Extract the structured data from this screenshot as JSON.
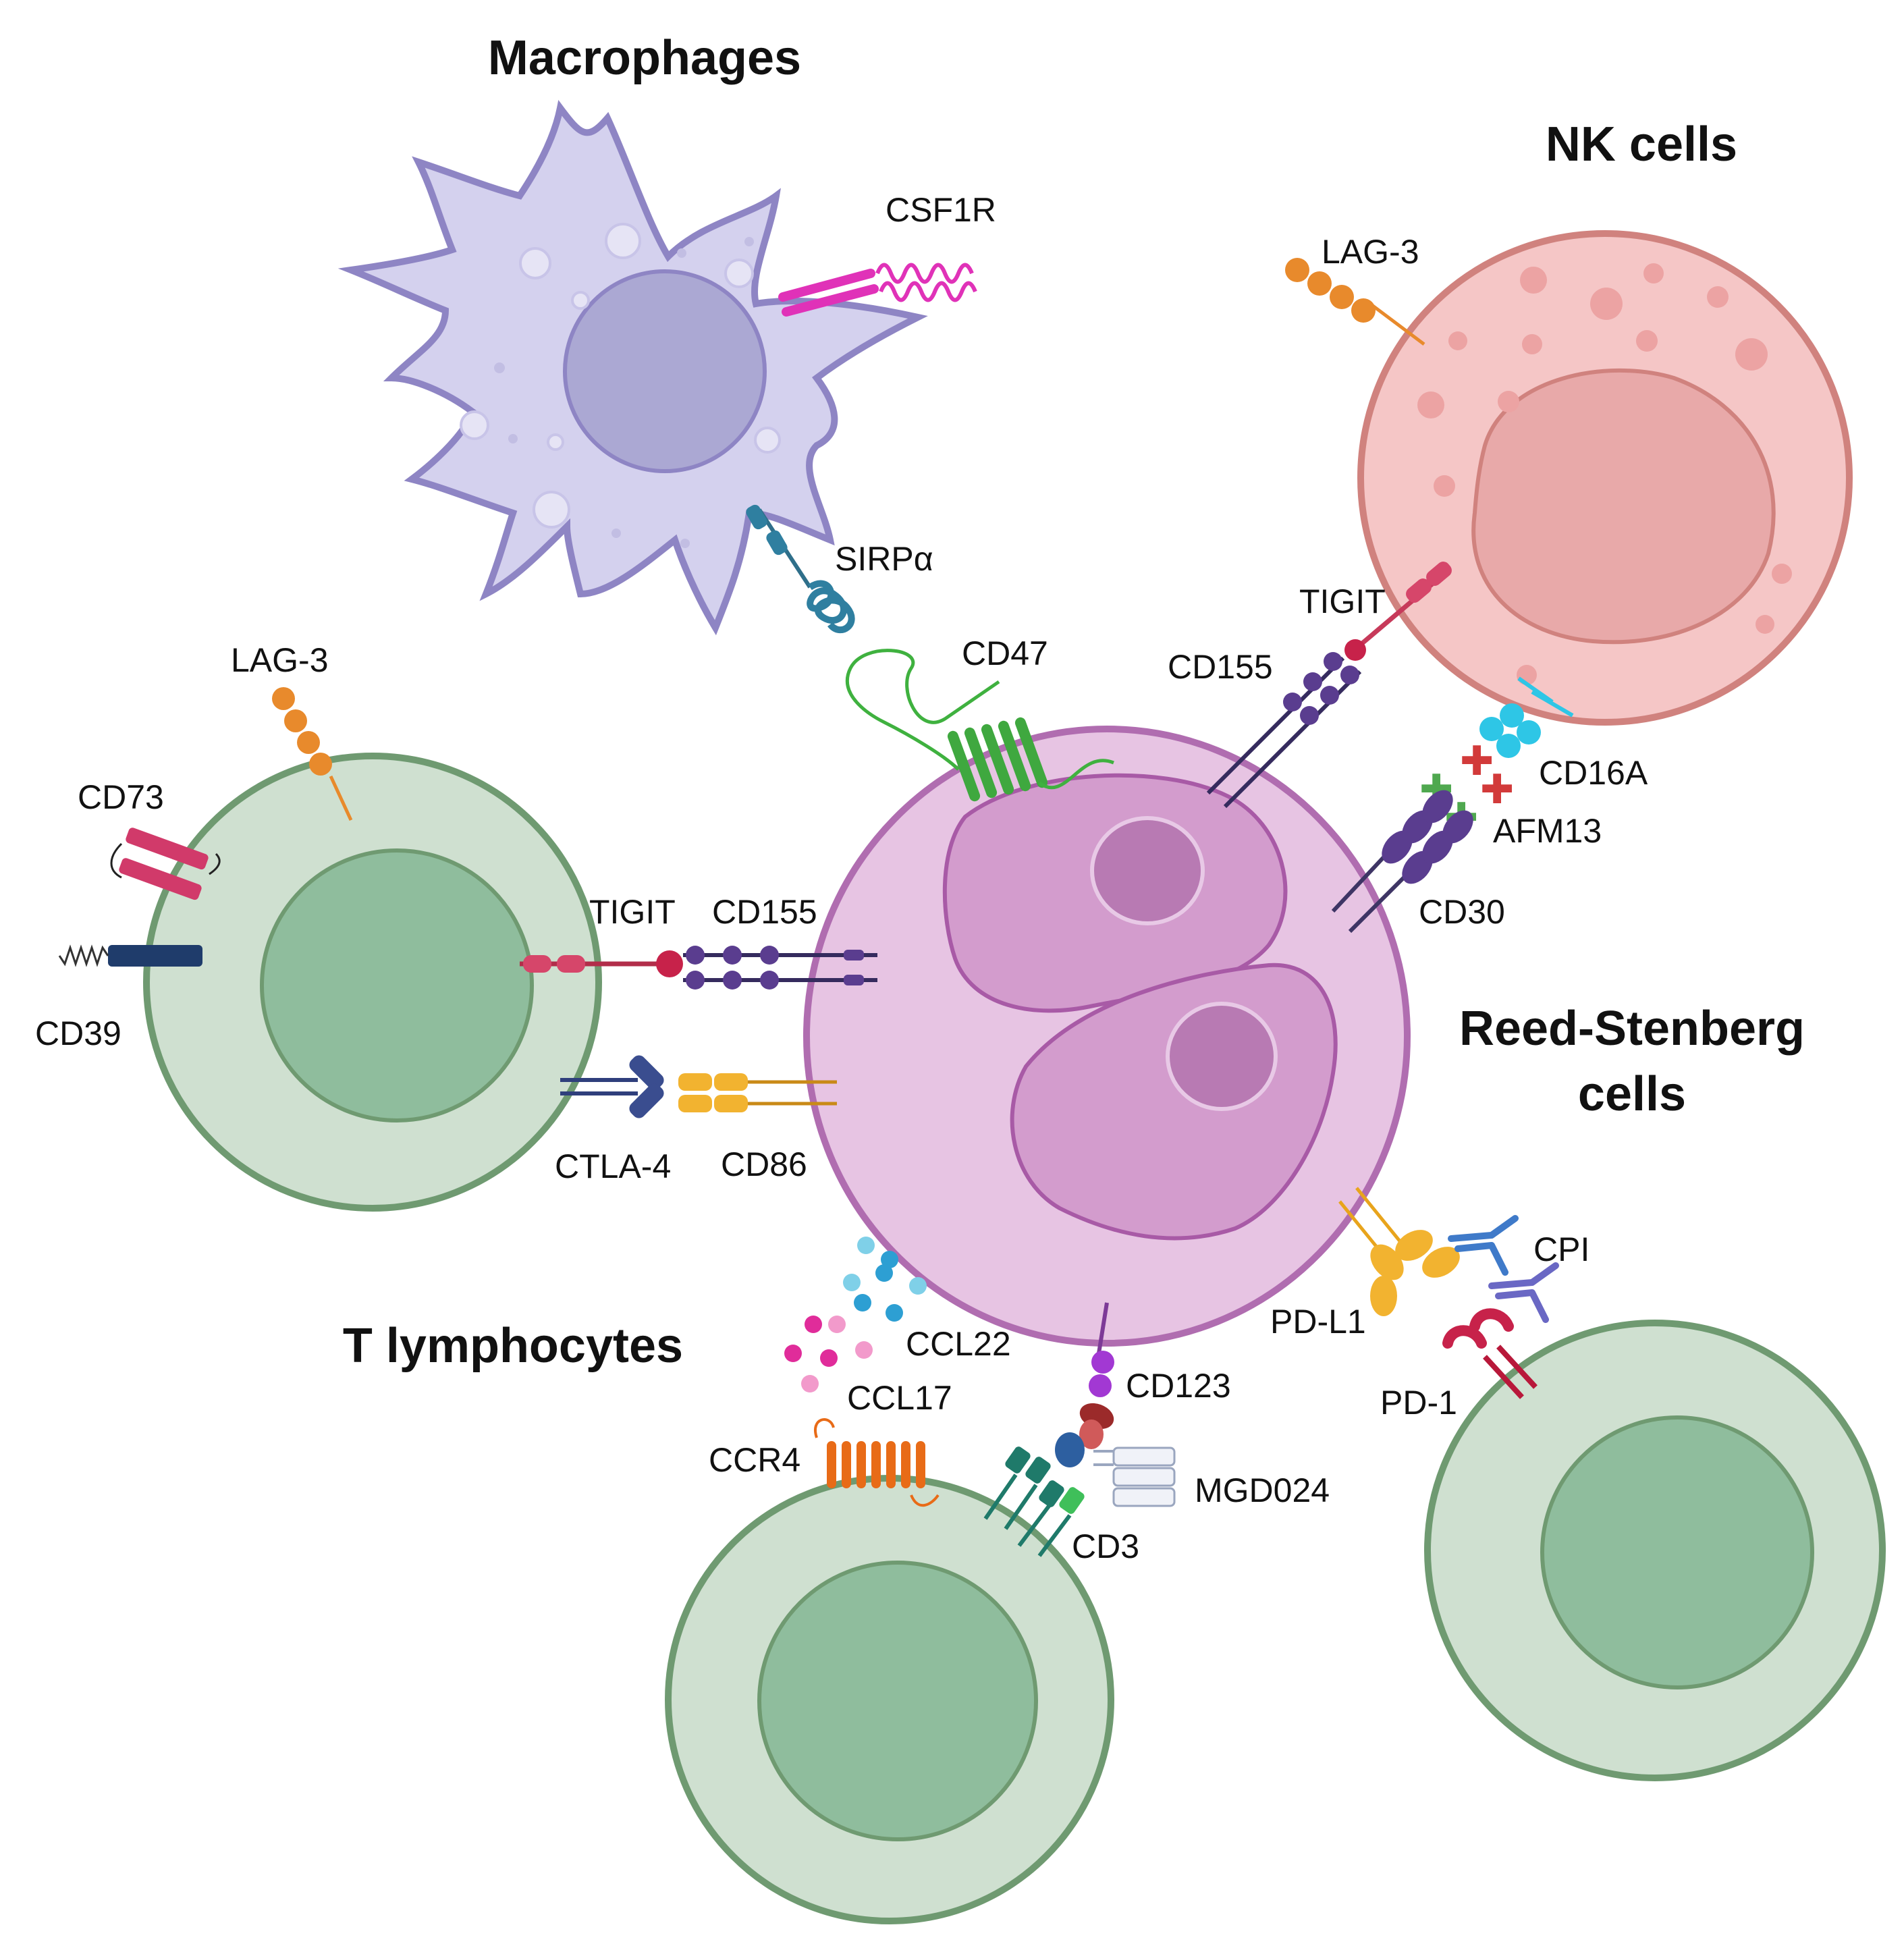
{
  "titles": {
    "macrophages": "Macrophages",
    "nk_cells": "NK cells",
    "reed_stenberg_line1": "Reed-Stenberg",
    "reed_stenberg_line2": "cells",
    "t_lymphocytes": "T lymphocytes"
  },
  "labels": {
    "csf1r": "CSF1R",
    "lag3_nk": "LAG-3",
    "sirpa": "SIRPα",
    "cd47": "CD47",
    "tigit_nk": "TIGIT",
    "cd155_nk": "CD155",
    "lag3_t": "LAG-3",
    "cd73": "CD73",
    "cd39": "CD39",
    "tigit_t": "TIGIT",
    "cd155_t": "CD155",
    "ctla4": "CTLA-4",
    "cd86": "CD86",
    "cd16a": "CD16A",
    "afm13": "AFM13",
    "cd30": "CD30",
    "cpi": "CPI",
    "pdl1": "PD-L1",
    "pd1": "PD-1",
    "ccl22": "CCL22",
    "ccl17": "CCL17",
    "cd123": "CD123",
    "ccr4": "CCR4",
    "mgd024": "MGD024",
    "cd3": "CD3"
  },
  "colors": {
    "macrophage_fill": "#d4d1ee",
    "macrophage_stroke": "#8e85c4",
    "nk_fill": "#f5c6c6",
    "nk_stroke": "#d0827e",
    "rs_fill": "#e7c4e3",
    "rs_stroke": "#b06db0",
    "t_fill": "#cfe0d0",
    "t_stroke": "#6f9a71",
    "t_nucleus": "#8fbd9d"
  }
}
